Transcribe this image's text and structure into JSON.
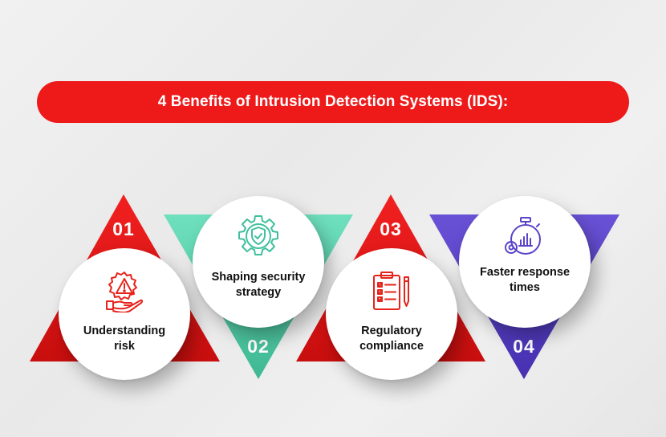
{
  "title": "4 Benefits of Intrusion Detection Systems (IDS):",
  "colors": {
    "red": "#ee1a1a",
    "green": "#5fd3b0",
    "purple": "#5b43c8"
  },
  "benefits": [
    {
      "number": "01",
      "label_line1": "Understanding",
      "label_line2": "risk",
      "icon": "risk-warning-hand-icon"
    },
    {
      "number": "02",
      "label_line1": "Shaping security",
      "label_line2": "strategy",
      "icon": "gear-shield-icon"
    },
    {
      "number": "03",
      "label_line1": "Regulatory",
      "label_line2": "compliance",
      "icon": "checklist-clipboard-icon"
    },
    {
      "number": "04",
      "label_line1": "Faster response",
      "label_line2": "times",
      "icon": "stopwatch-chart-icon"
    }
  ]
}
